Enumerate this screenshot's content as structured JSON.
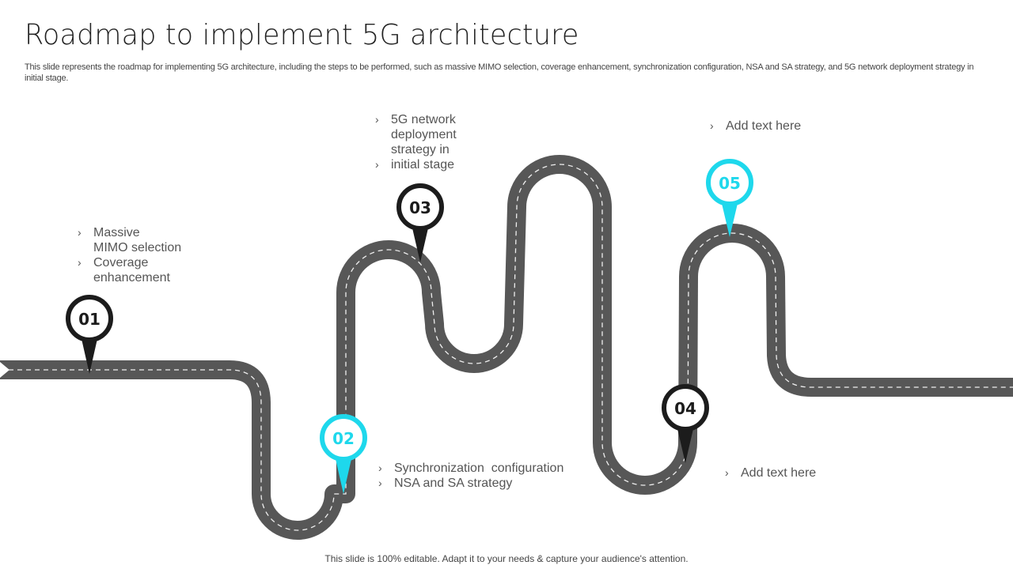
{
  "slide": {
    "title": "Roadmap to implement 5G architecture",
    "subtitle": "This slide represents the roadmap for implementing 5G architecture, including the steps to be performed, such as massive MIMO  selection, coverage enhancement, synchronization configuration, NSA and SA strategy, and 5G network deployment strategy in initial stage.",
    "footer": "This slide is 100% editable. Adapt it to your needs & capture your audience's attention."
  },
  "colors": {
    "road": "#575757",
    "lane_marking": "#ffffff",
    "pin_dark": "#1c1c1c",
    "pin_accent": "#1ed8ec",
    "text": "#555555"
  },
  "milestones": [
    {
      "number": "01",
      "style": "dark",
      "bullets": [
        "Massive\nMIMO selection",
        "Coverage\nenhancement"
      ]
    },
    {
      "number": "02",
      "style": "accent",
      "bullets": [
        "Synchronization  configuration",
        "NSA and SA strategy"
      ]
    },
    {
      "number": "03",
      "style": "dark",
      "bullets": [
        "5G network\ndeployment\nstrategy in",
        "initial stage"
      ]
    },
    {
      "number": "04",
      "style": "dark",
      "bullets": [
        "Add text here"
      ]
    },
    {
      "number": "05",
      "style": "accent",
      "bullets": [
        "Add text here"
      ]
    }
  ],
  "icons": {
    "bullet": "›"
  }
}
